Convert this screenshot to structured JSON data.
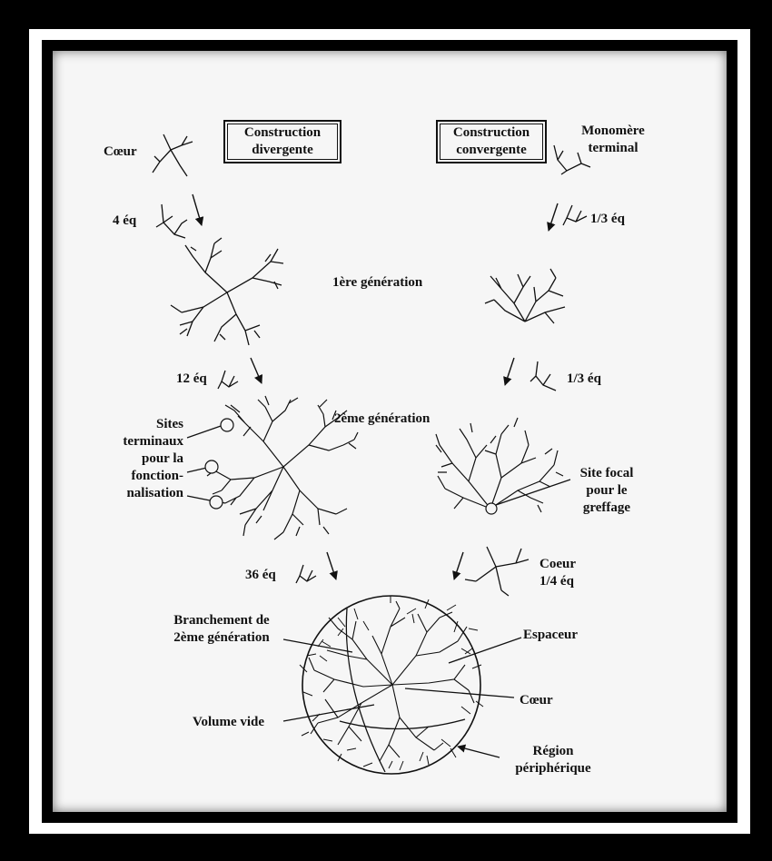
{
  "headers": {
    "divergent": [
      "Construction",
      "divergente"
    ],
    "convergent": [
      "Construction",
      "convergente"
    ]
  },
  "labels": {
    "coeur_top": "Cœur",
    "monomere": [
      "Monomère",
      "terminal"
    ],
    "eq4": "4 éq",
    "eq13_a": "1/3 éq",
    "gen1": "1ère génération",
    "eq12": "12 éq",
    "eq13_b": "1/3 éq",
    "gen2": "2ème génération",
    "sites": [
      "Sites",
      "terminaux",
      "pour la",
      "fonction-",
      "nalisation"
    ],
    "site_focal": [
      "Site focal",
      "pour le",
      "greffage"
    ],
    "eq36": "36 éq",
    "coeur_mid": [
      "Coeur",
      "1/4 éq"
    ],
    "branchement": [
      "Branchement de",
      "2ème génération"
    ],
    "espaceur": "Espaceur",
    "coeur_final": "Cœur",
    "volume_vide": "Volume vide",
    "region": [
      "Région",
      "périphérique"
    ]
  }
}
